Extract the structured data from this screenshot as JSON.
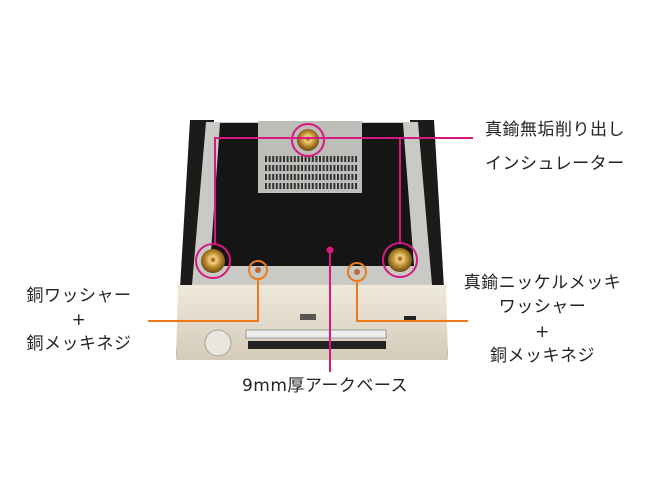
{
  "labels": {
    "insulator": {
      "line1": "真鍮無垢削り出し",
      "line2": "インシュレーター"
    },
    "left_washer": {
      "line1": "銅ワッシャー",
      "plus": "+",
      "line2": "銅メッキネジ"
    },
    "right_washer": {
      "line1": "真鍮ニッケルメッキ",
      "line2": "ワッシャー",
      "plus": "+",
      "line3": "銅メッキネジ"
    },
    "base": "9mm厚アークベース"
  },
  "colors": {
    "magenta": "#d6197f",
    "orange": "#ec7a1c",
    "brass": "#c9a04a",
    "chassis": "#1d1b1a",
    "panel": "#e3ddcf"
  }
}
